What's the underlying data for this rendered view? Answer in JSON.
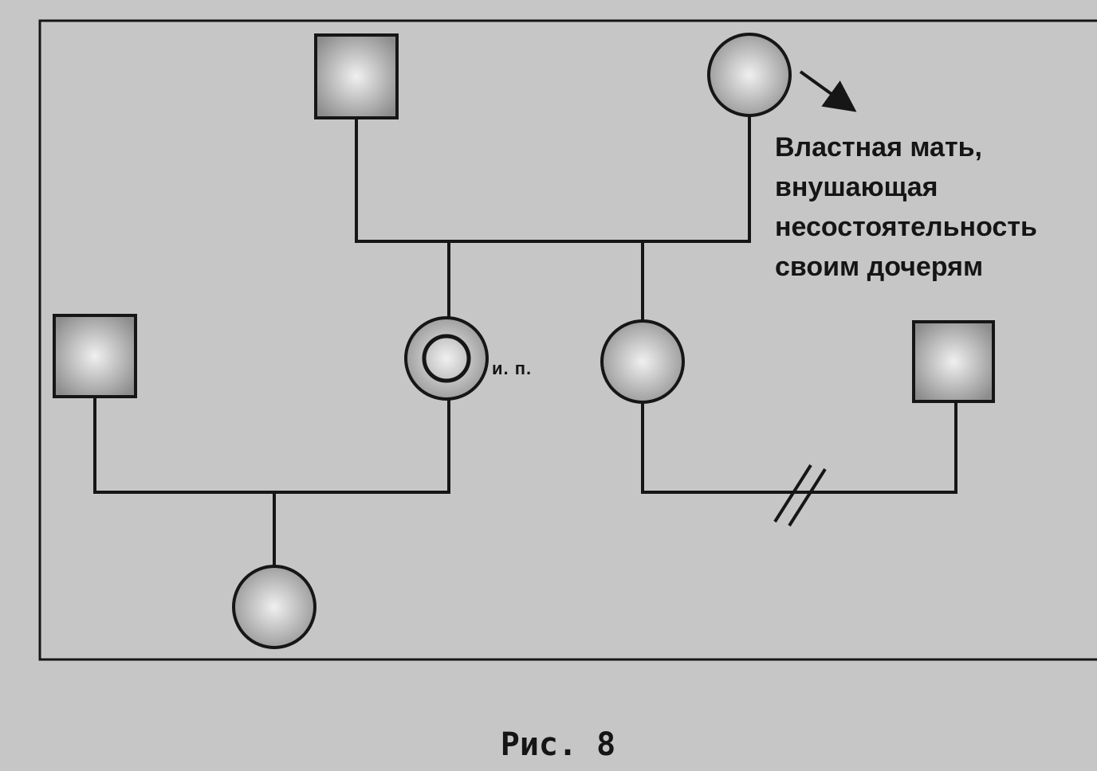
{
  "figure": {
    "caption": "Рис. 8"
  },
  "annotation": {
    "lines": [
      "Властная мать,",
      "внушающая",
      "несостоятельность",
      "своим дочерям"
    ]
  },
  "proband": {
    "label": "и. п."
  },
  "members": [
    {
      "id": "grandfather",
      "sex": "male",
      "generation": 1
    },
    {
      "id": "grandmother",
      "sex": "female",
      "generation": 1,
      "annotated": true
    },
    {
      "id": "husband",
      "sex": "male",
      "generation": 2
    },
    {
      "id": "proband",
      "sex": "female",
      "generation": 2,
      "proband": true
    },
    {
      "id": "sister",
      "sex": "female",
      "generation": 2
    },
    {
      "id": "sister-ex-husband",
      "sex": "male",
      "generation": 2
    },
    {
      "id": "daughter",
      "sex": "female",
      "generation": 3
    }
  ],
  "relations": [
    {
      "type": "marriage",
      "a": "grandfather",
      "b": "grandmother"
    },
    {
      "type": "marriage",
      "a": "husband",
      "b": "proband"
    },
    {
      "type": "divorce",
      "a": "sister",
      "b": "sister-ex-husband"
    }
  ],
  "colors": {
    "ink": "#161616",
    "paper": "#c6c6c6",
    "symbol_fill_light": "#f0f0f0",
    "symbol_fill_dark": "#8c8c8c"
  }
}
